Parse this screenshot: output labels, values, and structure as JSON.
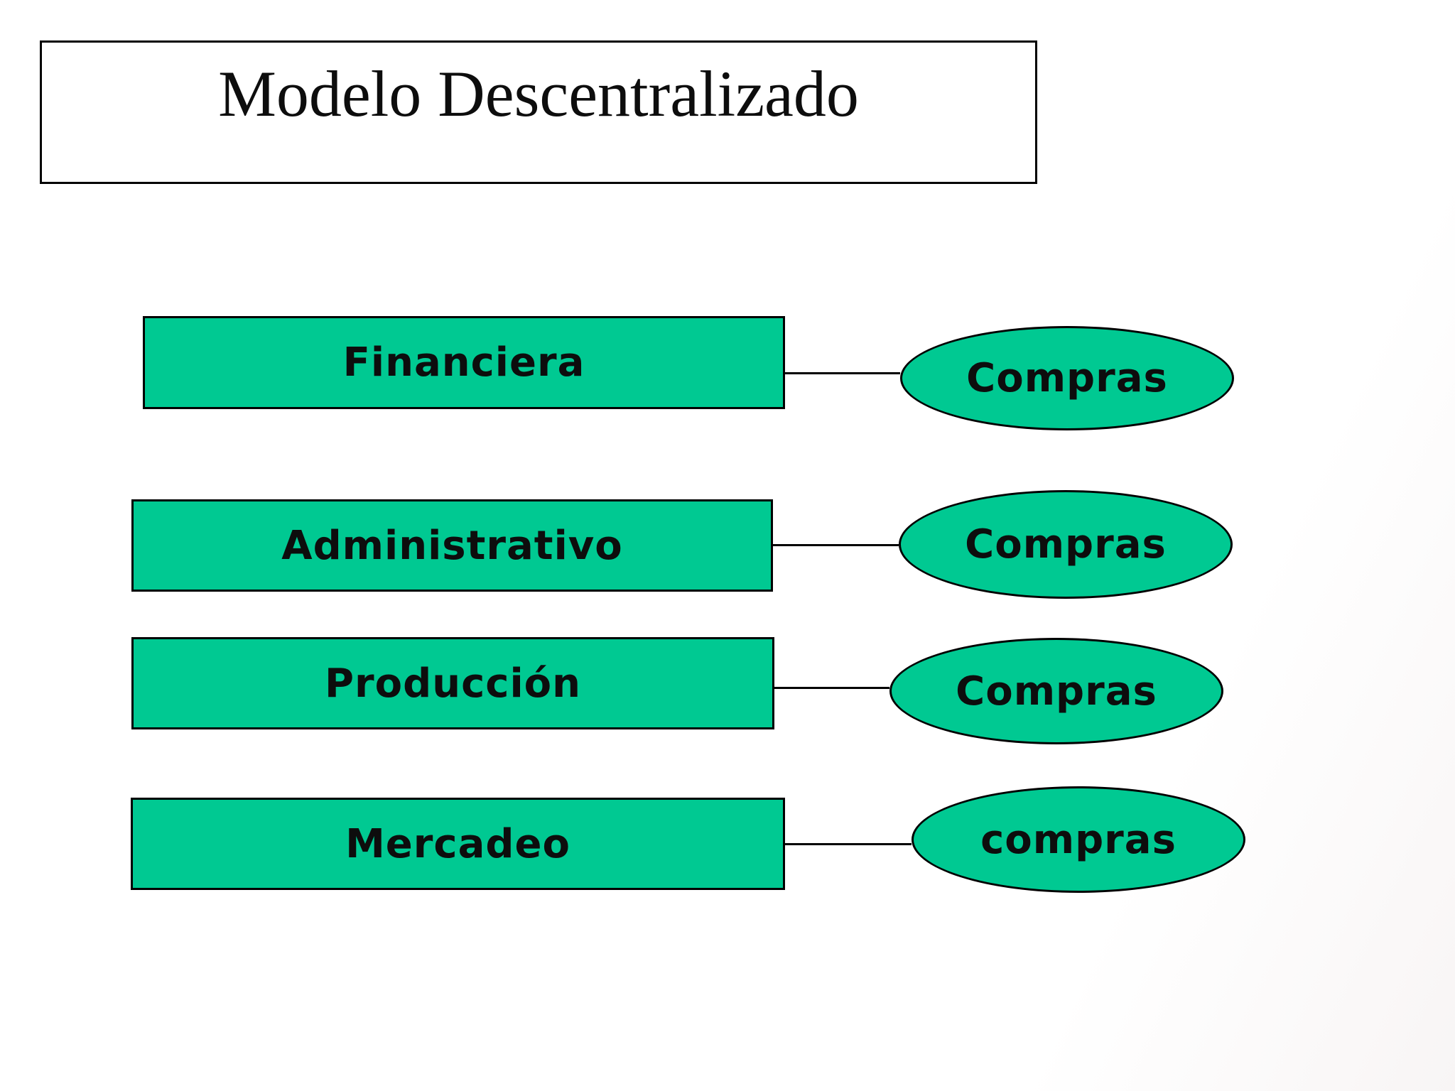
{
  "title": "Modelo Descentralizado",
  "colors": {
    "shape_fill": "#00c992",
    "shape_border": "#000000",
    "background": "#ffffff",
    "text": "#0d0d0d"
  },
  "rows": [
    {
      "department": "Financiera",
      "unit": "Compras"
    },
    {
      "department": "Administrativo",
      "unit": "Compras"
    },
    {
      "department": "Producción",
      "unit": "Compras"
    },
    {
      "department": "Mercadeo",
      "unit": "compras"
    }
  ]
}
